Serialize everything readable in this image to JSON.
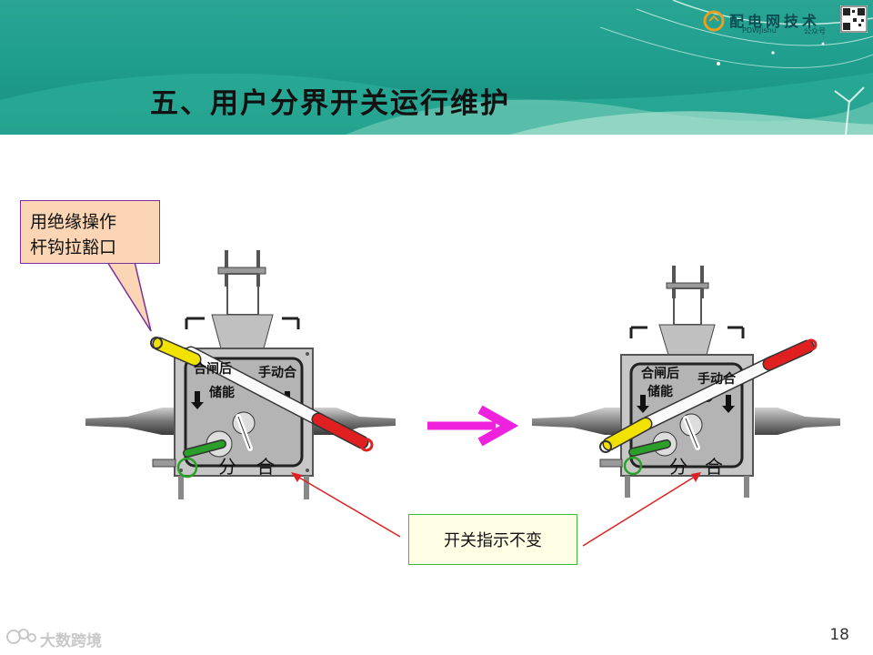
{
  "slide": {
    "title": "五、用户分界开关运行维护",
    "page_number": "18"
  },
  "brand": {
    "name": "配电网技术",
    "sub": "PDWJishu",
    "sub2": "公众号"
  },
  "callout": {
    "line1": "用绝缘操作",
    "line2": "杆钩拉豁口"
  },
  "note": {
    "text": "开关指示不变"
  },
  "switch_labels": {
    "store_after_close": "合闸后",
    "store": "储能",
    "manual_close": "手动合",
    "open": "分",
    "close": "合"
  },
  "watermark": {
    "text": "大数跨境"
  },
  "colors": {
    "banner": "#1f9e8e",
    "title": "#111111",
    "arrow": "#ee22dd",
    "pointer_red": "#e02020",
    "callout_fill": "#fcd5b4",
    "callout_border": "#7a2f9a",
    "note_border": "#38c038",
    "rod_yellow": "#f2e200",
    "rod_red": "#e02020",
    "rod_green": "#2aa02a",
    "switch_body": "#c7c7c7"
  }
}
